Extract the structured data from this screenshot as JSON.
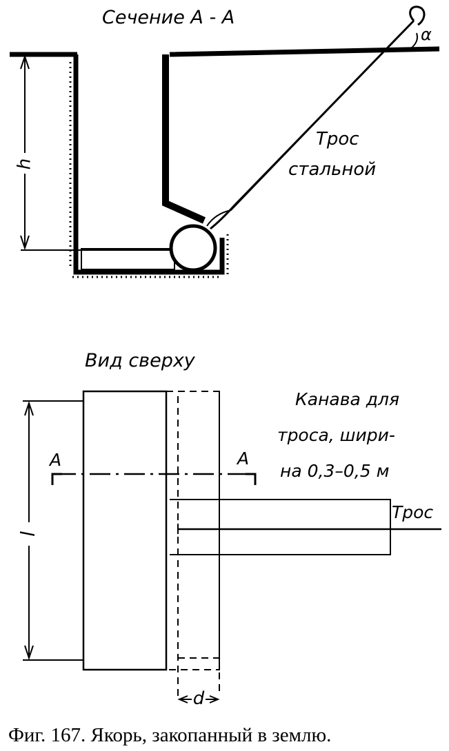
{
  "section": {
    "title": "Сечение А - А",
    "angle_label": "α",
    "depth_label": "h",
    "cable_label_line1": "Трос",
    "cable_label_line2": "стальной"
  },
  "top_view": {
    "title": "Вид сверху",
    "length_label": "l",
    "width_label": "d",
    "cut_label_left": "А",
    "cut_label_right": "А",
    "trench_label_line1": "Канава для",
    "trench_label_line2": "троса, шири-",
    "trench_label_line3": "на 0,3–0,5 м",
    "cable_label": "Трос"
  },
  "caption": "Фиг. 167. Якорь, закопанный в землю."
}
